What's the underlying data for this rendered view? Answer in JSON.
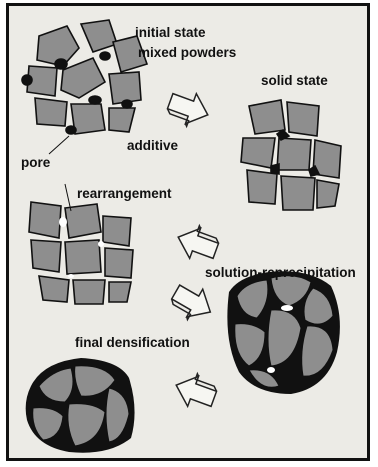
{
  "labels": {
    "initial_state": "initial state",
    "mixed_powders": "mixed powders",
    "solid_state": "solid state",
    "additive": "additive",
    "pore": "pore",
    "rearrangement": "rearrangement",
    "solution_reprecipitation": "solution-reprecipitation",
    "final_densification": "final densification"
  },
  "colors": {
    "grain": "#8e8e8e",
    "additive": "#111111",
    "background": "#ecebe6"
  }
}
